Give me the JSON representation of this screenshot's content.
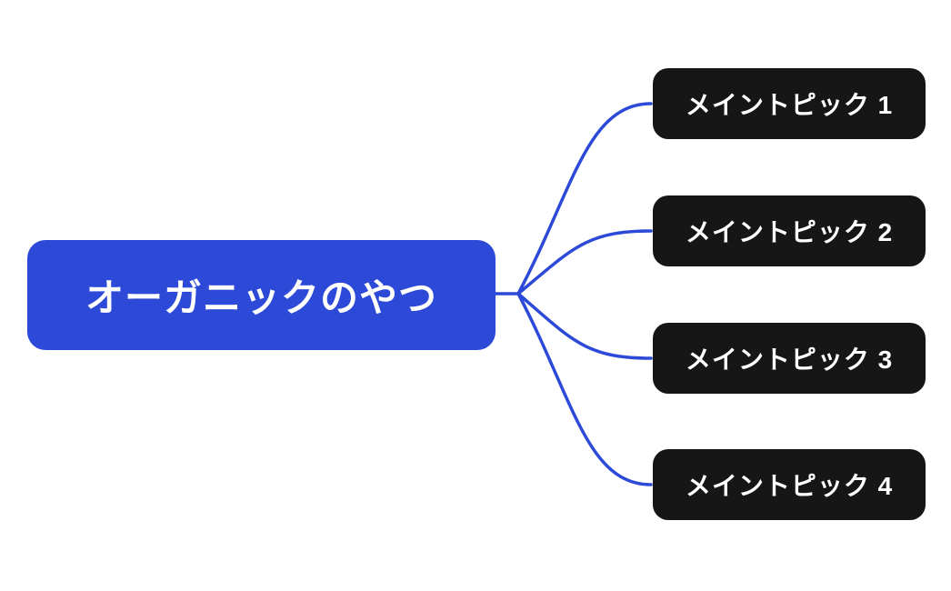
{
  "mindmap": {
    "root": {
      "label": "オーガニックのやつ"
    },
    "topics": [
      {
        "label": "メイントピック 1"
      },
      {
        "label": "メイントピック 2"
      },
      {
        "label": "メイントピック 3"
      },
      {
        "label": "メイントピック 4"
      }
    ],
    "colors": {
      "root_fill": "#2c49d8",
      "topic_fill": "#161616",
      "connector": "#2c49d8",
      "label_text": "#ffffff",
      "background": "#ffffff"
    }
  }
}
